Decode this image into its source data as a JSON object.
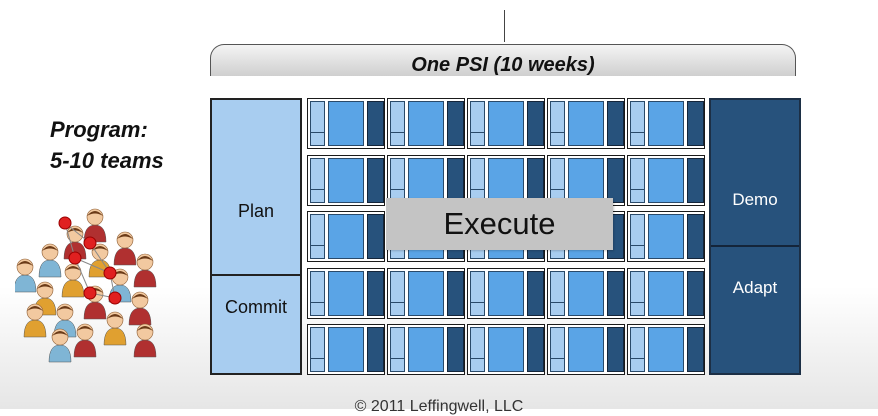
{
  "timebox": {
    "label": "One PSI (10 weeks)"
  },
  "program": {
    "line1": "Program:",
    "line2": "5-10 teams"
  },
  "phases": {
    "plan": "Plan",
    "commit": "Commit",
    "execute": "Execute",
    "demo": "Demo",
    "adapt": "Adapt"
  },
  "grid": {
    "rows": 5,
    "columns": 5
  },
  "footer": {
    "copyright": "© 2011 Leffingwell, LLC"
  },
  "colors": {
    "light_blue": "#a8cdf0",
    "mid_blue": "#5aa4e6",
    "dark_blue": "#27527c",
    "execute_gray": "#c4c4c4"
  },
  "icons": [
    "team-people-icon"
  ]
}
